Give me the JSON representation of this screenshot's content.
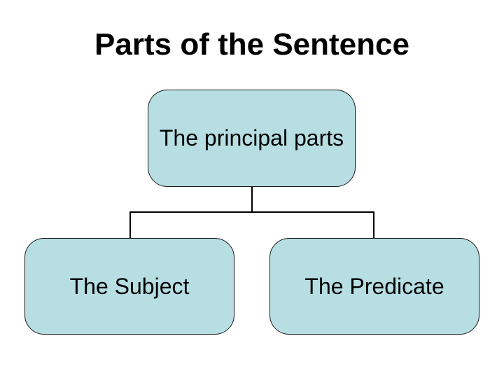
{
  "slide": {
    "title": "Parts of the Sentence",
    "background_color": "#ffffff",
    "title_color": "#000000"
  },
  "diagram": {
    "type": "hierarchy",
    "root": {
      "label": "The principal parts"
    },
    "children": [
      {
        "label": "The Subject"
      },
      {
        "label": "The Predicate"
      }
    ],
    "node_fill_color": "#b7dee3",
    "node_border_color": "#1a1a1a",
    "connector_color": "#000000",
    "text_color": "#000000"
  }
}
